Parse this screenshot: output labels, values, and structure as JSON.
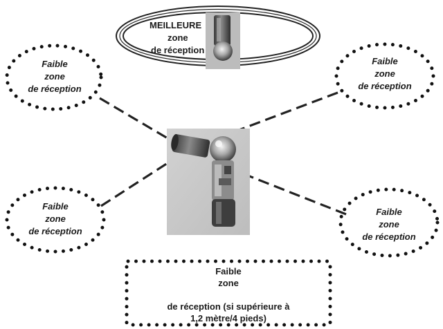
{
  "zones": {
    "best": {
      "line1": "MEILLEURE",
      "line2": "zone",
      "line3": "de réception"
    },
    "weak_top_left": {
      "line1": "Faible",
      "line2": "zone",
      "line3": "de réception"
    },
    "weak_top_right": {
      "line1": "Faible",
      "line2": "zone",
      "line3": "de réception"
    },
    "weak_mid_left": {
      "line1": "Faible",
      "line2": "zone",
      "line3": "de réception"
    },
    "weak_mid_right": {
      "line1": "Faible",
      "line2": "zone",
      "line3": "de réception"
    },
    "weak_bottom": {
      "line1": "Faible",
      "line2": "zone",
      "line3": "de réception (si supérieure à",
      "line4": "1,2 mètre/4 pieds)"
    }
  },
  "colors": {
    "outline": "#222222",
    "photo_bg": "#c9c9c9",
    "device_dark": "#4a4a4a",
    "device_light": "#9a9a9a",
    "text": "#1a1a1a"
  },
  "icons": {
    "device": "transmitter-device-photo"
  }
}
